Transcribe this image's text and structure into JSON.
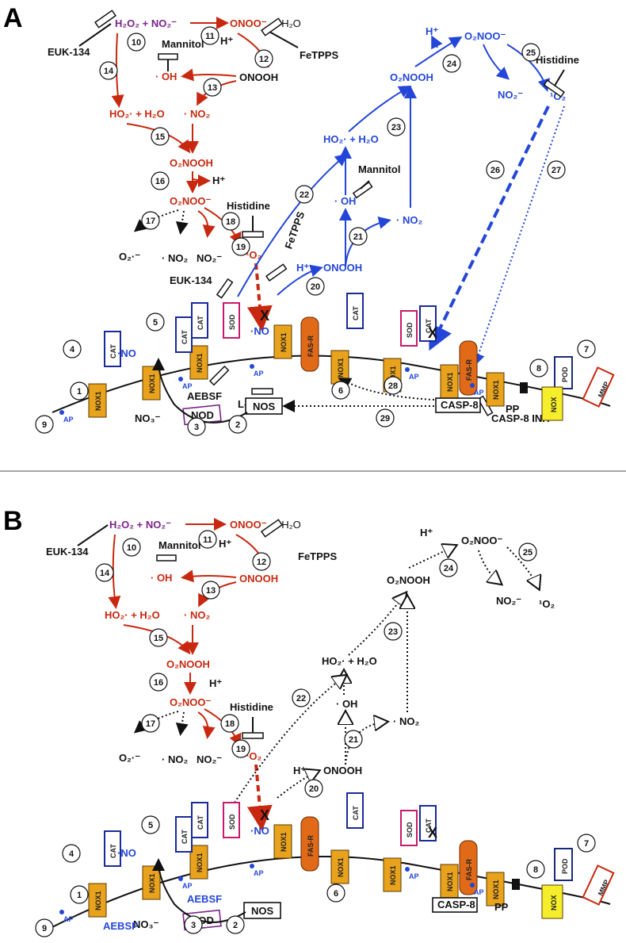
{
  "panels": [
    {
      "letter": "A",
      "species": {
        "h2o2_no2": "H₂O₂ + NO₂⁻",
        "onoo_h2o_main": "ONOO⁻",
        "h2o_tail": "+ H₂O",
        "hplus": "H⁺",
        "onooh": "ONOOH",
        "oh_left": "· OH",
        "ho2_h2o": "HO₂· + H₂O",
        "no2_rad": "· NO₂",
        "o2nooh": "O₂NOOH",
        "o2noo": "O₂NOO⁻",
        "o2_minus": "O₂·⁻",
        "no2_rad2": "· NO₂",
        "no2_minus": "NO₂⁻",
        "singlet_o2": "¹O₂",
        "blue_hplus": "H⁺",
        "blue_o2noo": "O₂NOO⁻",
        "blue_o2nooh": "O₂NOOH",
        "blue_no2_minus": "NO₂⁻",
        "blue_singlet": "¹O₂",
        "blue_ho2": "HO₂· + H₂O",
        "blue_oh": "· OH",
        "blue_no2": "· NO₂",
        "blue_hplus2": "H⁺",
        "blue_onooh": "ONOOH"
      },
      "inhibitors": {
        "euk": "EUK-134",
        "mannitol": "Mannitol",
        "fetpps": "FeTPPS",
        "histidine": "Histidine",
        "mannitol2": "Mannitol",
        "fetpps2": "FeTPPS",
        "histidine_center": "Histidine",
        "histidine_right": "Histidine",
        "euk2": "EUK-134",
        "lname": "L-NAME",
        "aebsf": "AEBSF",
        "casp8inh": "CASP-8 INH"
      },
      "membrane": {
        "nox1": "NOX1",
        "cat": "CAT",
        "sod": "SOD",
        "fasr": "FAS-R",
        "pod": "POD",
        "mmp": "MMP",
        "nox": "NOX",
        "nos": "NOS",
        "nod": "NOD",
        "casp8": "CASP-8",
        "ap": "AP",
        "pp": "PP",
        "no3": "NO₃⁻",
        "no_rad": "·NO",
        "x": "X"
      },
      "numbers": [
        "1",
        "2",
        "3",
        "4",
        "5",
        "6",
        "7",
        "8",
        "9",
        "10",
        "11",
        "12",
        "13",
        "14",
        "15",
        "16",
        "17",
        "18",
        "19",
        "20",
        "21",
        "22",
        "23",
        "24",
        "25",
        "26",
        "27",
        "28",
        "29"
      ]
    },
    {
      "letter": "B"
    }
  ],
  "colors": {
    "red": "#c8280f",
    "blue": "#2346d8",
    "purple": "#7a238a",
    "nox": "#e8a21c",
    "fasr": "#e06a18",
    "nox_yellow": "#f6ee2a"
  }
}
